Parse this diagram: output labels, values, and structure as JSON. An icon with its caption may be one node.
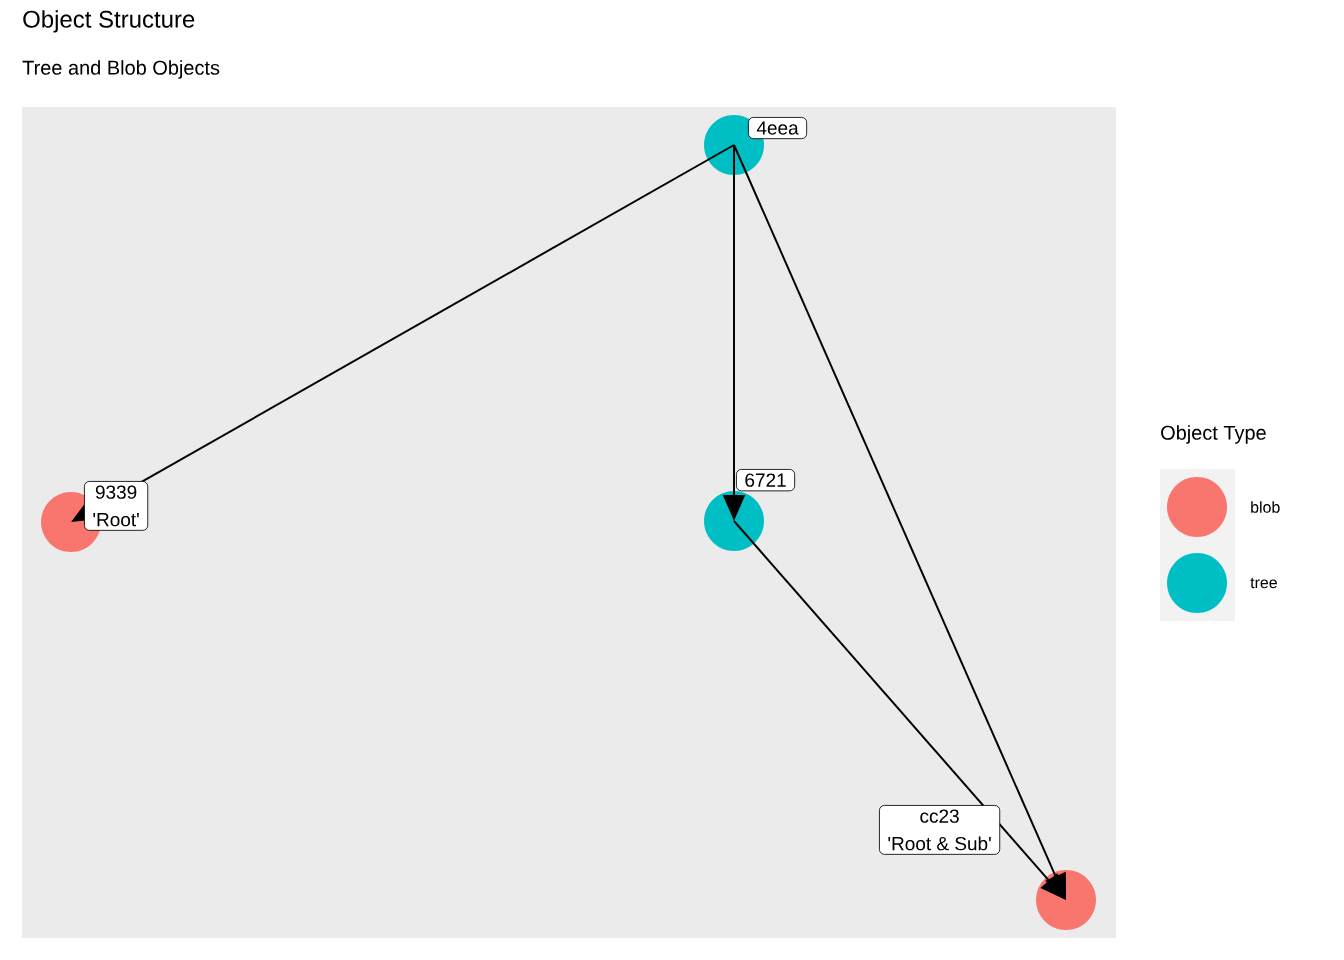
{
  "diagram": {
    "title": "Object Structure",
    "nodes": [
      {
        "text": [
          "4eea"
        ]
      },
      {
        "text": [
          "9339",
          "'Root'"
        ]
      },
      {
        "text": [
          "6721"
        ]
      },
      {
        "text": [
          "cc23",
          "'Root & Sub'"
        ]
      }
    ],
    "edges": [
      {
        "from": 0,
        "to": 1,
        "arrow": "to"
      },
      {
        "from": 0,
        "to": 2,
        "arrow": "to"
      },
      {
        "from": 0,
        "to": 3,
        "arrow": "to"
      },
      {
        "from": 2,
        "to": 3,
        "arrow": "to"
      }
    ],
    "labels": [
      "Tree and Blob Objects",
      "Object Type"
    ],
    "legend": [
      {
        "text": "blob",
        "color": "#f8766d"
      },
      {
        "text": "tree",
        "color": "#00bfc4"
      }
    ]
  }
}
